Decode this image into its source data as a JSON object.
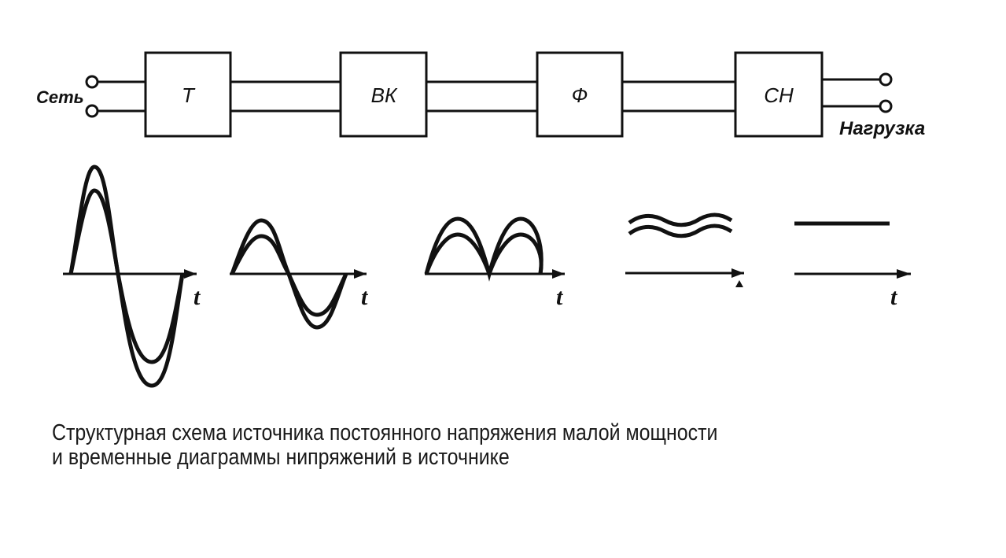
{
  "diagram": {
    "input_label": "Сеть",
    "output_label": "Нагрузка",
    "blocks": [
      {
        "id": "t",
        "label": "T"
      },
      {
        "id": "vk",
        "label": "ВК"
      },
      {
        "id": "f",
        "label": "Ф"
      },
      {
        "id": "sn",
        "label": "СН"
      }
    ],
    "time_axis_label": "t"
  },
  "caption": {
    "line1": "Структурная схема источника постоянного напряжения малой мощности",
    "line2": "и временные диаграммы нипряжений в источнике"
  }
}
